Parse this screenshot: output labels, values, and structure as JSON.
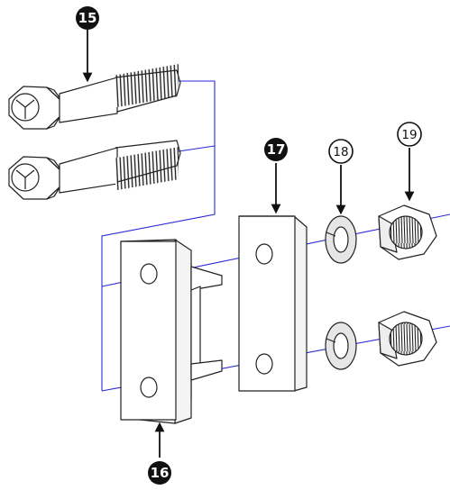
{
  "callouts": {
    "c15": "15",
    "c16": "16",
    "c17": "17",
    "c18": "18",
    "c19": "19"
  },
  "colors": {
    "axis_line": "#2a2ad6",
    "outline": "#222222",
    "callout_fill": "#111111"
  }
}
